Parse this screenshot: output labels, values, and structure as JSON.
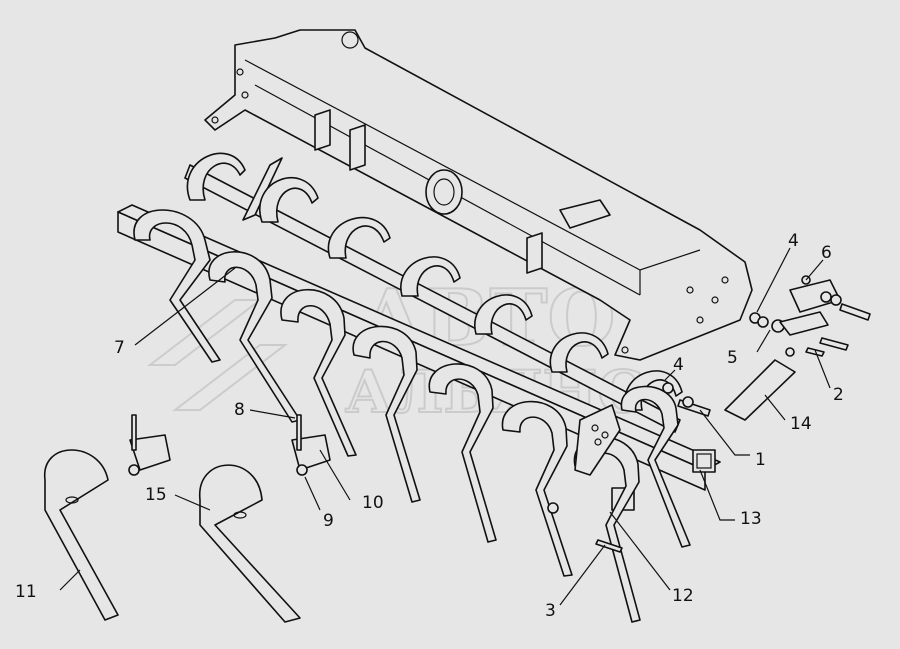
{
  "watermark": {
    "line1": "АВТО",
    "line2": "АЛЬЯНС"
  },
  "callouts": {
    "c1": "1",
    "c2": "2",
    "c3": "3",
    "c4a": "4",
    "c4b": "4",
    "c5": "5",
    "c6": "6",
    "c7": "7",
    "c8": "8",
    "c9": "9",
    "c10": "10",
    "c11": "11",
    "c12": "12",
    "c13": "13",
    "c14": "14",
    "c15": "15"
  },
  "colors": {
    "background": "#e6e6e6",
    "ink": "#111111",
    "watermark": "#c9c9c9"
  }
}
